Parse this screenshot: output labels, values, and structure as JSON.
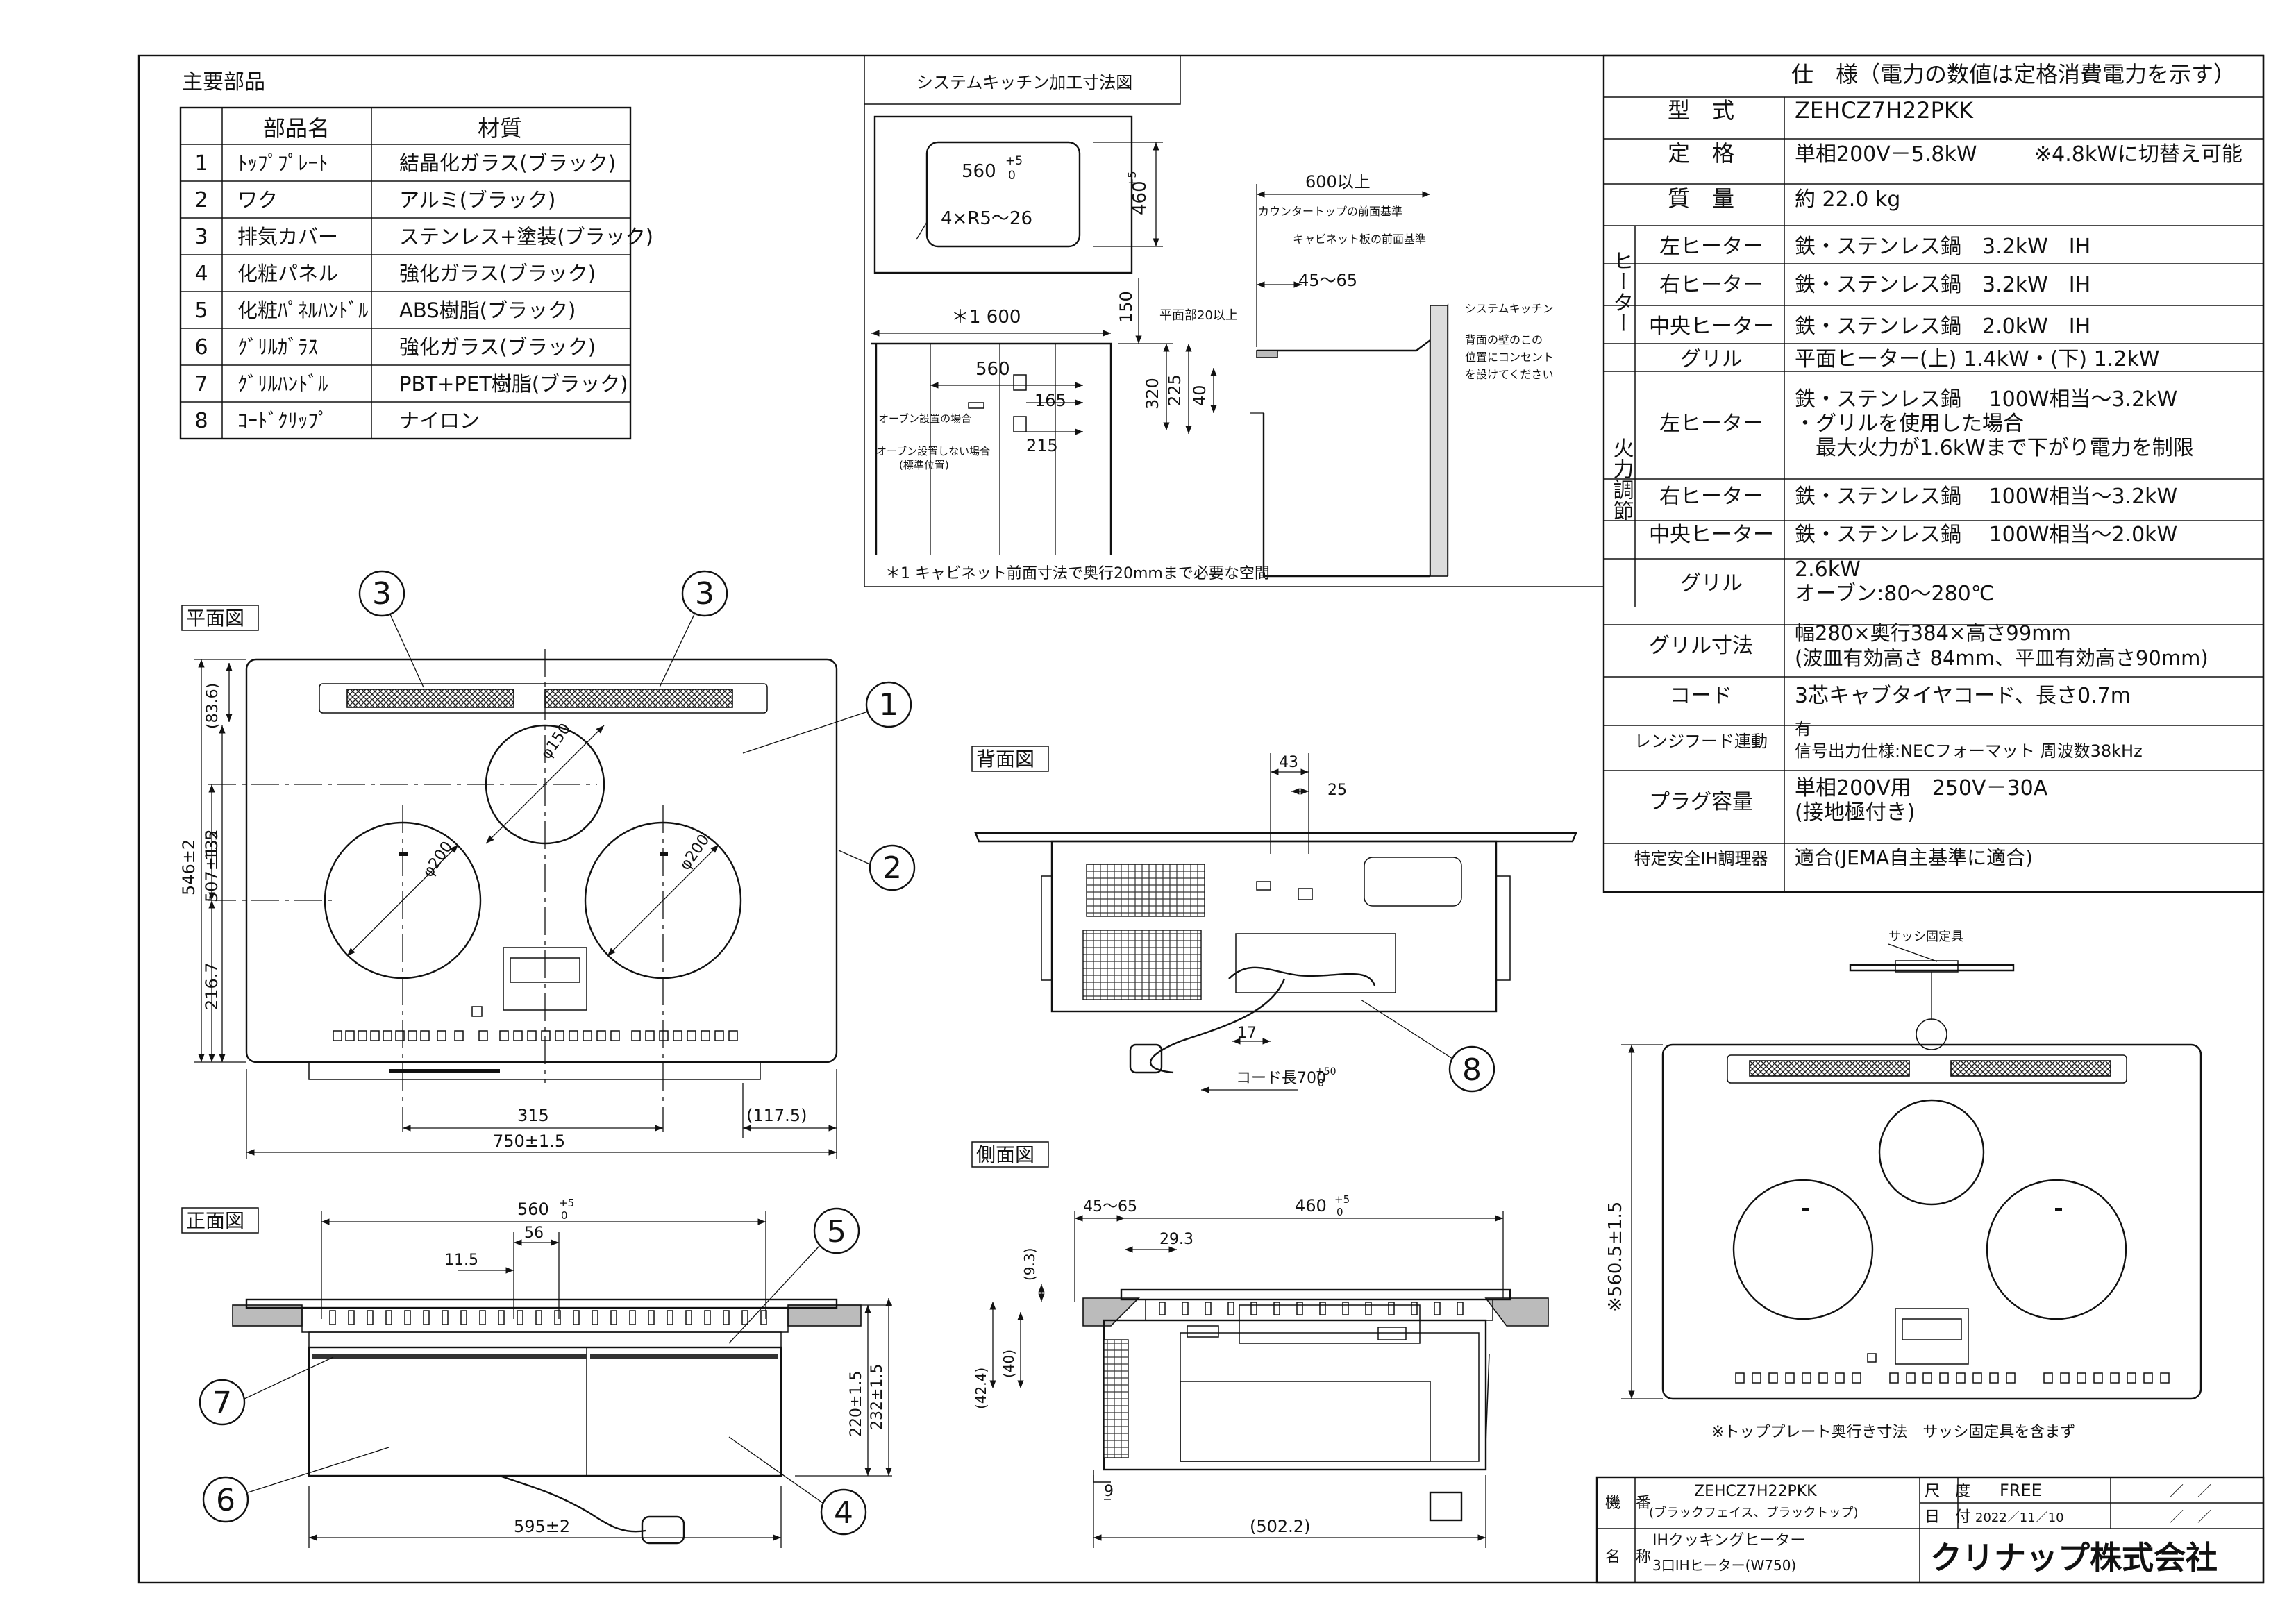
{
  "parts_table": {
    "heading": "主要部品",
    "col_no": "",
    "col_name": "部品名",
    "col_material": "材質",
    "rows": [
      {
        "no": "1",
        "name": "ﾄｯﾌﾟﾌﾟﾚｰﾄ",
        "material": "結晶化ガラス(ブラック)"
      },
      {
        "no": "2",
        "name": "ワク",
        "material": "アルミ(ブラック)"
      },
      {
        "no": "3",
        "name": "排気カバー",
        "material": "ステンレス+塗装(ブラック)"
      },
      {
        "no": "4",
        "name": "化粧パネル",
        "material": "強化ガラス(ブラック)"
      },
      {
        "no": "5",
        "name": "化粧ﾊﾟﾈﾙﾊﾝﾄﾞﾙ",
        "material": "ABS樹脂(ブラック)"
      },
      {
        "no": "6",
        "name": "ｸﾞﾘﾙｶﾞﾗｽ",
        "material": "強化ガラス(ブラック)"
      },
      {
        "no": "7",
        "name": "ｸﾞﾘﾙﾊﾝﾄﾞﾙ",
        "material": "PBT+PET樹脂(ブラック)"
      },
      {
        "no": "8",
        "name": "ｺｰﾄﾞｸﾘｯﾌﾟ",
        "material": "ナイロン"
      }
    ]
  },
  "kitchen_cutout": {
    "title": "システムキッチン加工寸法図",
    "dim_560": "560",
    "tol_plus5": "+5",
    "tol_zero": "0",
    "dim_460": "460",
    "radius": "4×R5～26",
    "dim_1600": "＊1 600",
    "dim_560b": "560",
    "dim_150": "150",
    "dim_320": "320",
    "dim_225": "225",
    "dim_40": "40",
    "dim_165": "165",
    "dim_215": "215",
    "oven_yes": "オーブン設置の場合",
    "oven_no": "オーブン設置しない場合",
    "oven_no2": "(標準位置)",
    "footnote": "＊1 キャビネット前面寸法で奥行20mmまで必要な空間",
    "dim_600": "600以上",
    "counter_ref": "カウンタートップの前面基準",
    "cabinet_ref": "キャビネット板の前面基準",
    "dim_45_65": "45～65",
    "flat_20": "平面部20以上",
    "syskitchen": "システムキッチン",
    "outlet1": "背面の壁のこの",
    "outlet2": "位置にコンセント",
    "outlet3": "を設けてください"
  },
  "spec": {
    "title": "仕　様（電力の数値は定格消費電力を示す）",
    "model_label": "型　式",
    "model": "ZEHCZ7H22PKK",
    "rating_label": "定　格",
    "rating": "単相200V－5.8kW",
    "rating_note": "※4.8kWに切替え可能",
    "mass_label": "質　量",
    "mass": "約 22.0 kg",
    "heater_group": "ヒーター",
    "heater_rows": [
      {
        "label": "左ヒーター",
        "value": "鉄・ステンレス鍋　3.2kW　IH"
      },
      {
        "label": "右ヒーター",
        "value": "鉄・ステンレス鍋　3.2kW　IH"
      },
      {
        "label": "中央ヒーター",
        "value": "鉄・ステンレス鍋　2.0kW　IH"
      },
      {
        "label": "グリル",
        "value": "平面ヒーター(上) 1.4kW・(下) 1.2kW"
      }
    ],
    "fire_group": "火力調節",
    "fire_left_label": "左ヒーター",
    "fire_left_1": "鉄・ステンレス鍋　 100W相当～3.2kW",
    "fire_left_2": "・グリルを使用した場合",
    "fire_left_3": "　最大火力が1.6kWまで下がり電力を制限",
    "fire_right_label": "右ヒーター",
    "fire_right": "鉄・ステンレス鍋　 100W相当～3.2kW",
    "fire_center_label": "中央ヒーター",
    "fire_center": "鉄・ステンレス鍋　 100W相当～2.0kW",
    "fire_grill_label": "グリル",
    "fire_grill_1": "2.6kW",
    "fire_grill_2": "オーブン:80～280℃",
    "grill_size_label": "グリル寸法",
    "grill_size_1": "幅280×奥行384×高さ99mm",
    "grill_size_2": "(波皿有効高さ 84mm、平皿有効高さ90mm)",
    "cord_label": "コード",
    "cord": "3芯キャブタイヤコード、長さ0.7m",
    "hood_label": "レンジフード連動",
    "hood_1": "有",
    "hood_2": "信号出力仕様:NECフォーマット 周波数38kHz",
    "plug_label": "プラグ容量",
    "plug_1": "単相200V用　250V－30A",
    "plug_2": "(接地極付き)",
    "safety_label": "特定安全IH調理器",
    "safety": "適合(JEMA自主基準に適合)"
  },
  "plan_view": {
    "label": "平面図",
    "dim_83_6": "(83.6)",
    "dim_132": "132",
    "dim_216_7": "216.7",
    "dim_507": "507±1.5",
    "dim_546": "546±2",
    "dim_315": "315",
    "dim_117_5": "(117.5)",
    "dim_750": "750±1.5",
    "dia_150": "φ150",
    "dia_200a": "φ200",
    "dia_200b": "φ200",
    "callouts": [
      "3",
      "3",
      "1",
      "2"
    ]
  },
  "back_view": {
    "label": "背面図",
    "dim_43": "43",
    "dim_25": "25",
    "dim_17": "17",
    "cord_len": "コード長700",
    "tol_plus50": "+50",
    "tol_zero": "0",
    "callout": "8"
  },
  "front_view": {
    "label": "正面図",
    "dim_560": "560",
    "tol_plus5": "+5",
    "tol_zero": "0",
    "dim_56": "56",
    "dim_11_5": "11.5",
    "dim_220": "220±1.5",
    "dim_232": "232±1.5",
    "dim_595": "595±2",
    "callouts": [
      "5",
      "7",
      "6",
      "4"
    ]
  },
  "side_view": {
    "label": "側面図",
    "dim_45_65": "45～65",
    "dim_460": "460",
    "tol_plus5": "+5",
    "tol_zero": "0",
    "dim_29_3": "29.3",
    "dim_9_3": "(9.3)",
    "dim_42_4": "(42.4)",
    "dim_40": "(40)",
    "dim_9": "9",
    "dim_502": "(502.2)"
  },
  "top_view2": {
    "sash_label": "サッシ固定具",
    "dim_560_5": "※560.5±1.5",
    "note": "※トッププレート奥行き寸法　サッシ固定具を含まず"
  },
  "title_block": {
    "model_label": "機　番",
    "model": "ZEHCZ7H22PKK",
    "model_sub": "(ブラックフェイス、ブラックトップ)",
    "scale_label": "尺　度",
    "scale": "FREE",
    "date_label": "日　付",
    "date": "2022／11／10",
    "slash1": "／　／",
    "slash2": "／　／",
    "name_label": "名　称",
    "name_1": "IHクッキングヒーター",
    "name_2": "3口IHヒーター(W750)",
    "company": "クリナップ株式会社"
  }
}
